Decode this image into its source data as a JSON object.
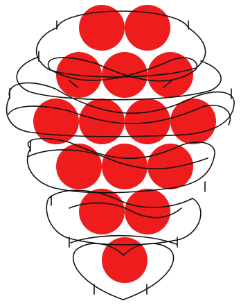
{
  "diagram": {
    "bead_color": "#ee1c1c",
    "thread_color": "#111111",
    "background": "#ffffff",
    "rows": [
      {
        "row": 1,
        "beads": 2
      },
      {
        "row": 2,
        "beads": 3
      },
      {
        "row": 3,
        "beads": 4
      },
      {
        "row": 4,
        "beads": 3
      },
      {
        "row": 5,
        "beads": 2
      },
      {
        "row": 6,
        "beads": 1
      }
    ],
    "thread_markers": "tick"
  }
}
